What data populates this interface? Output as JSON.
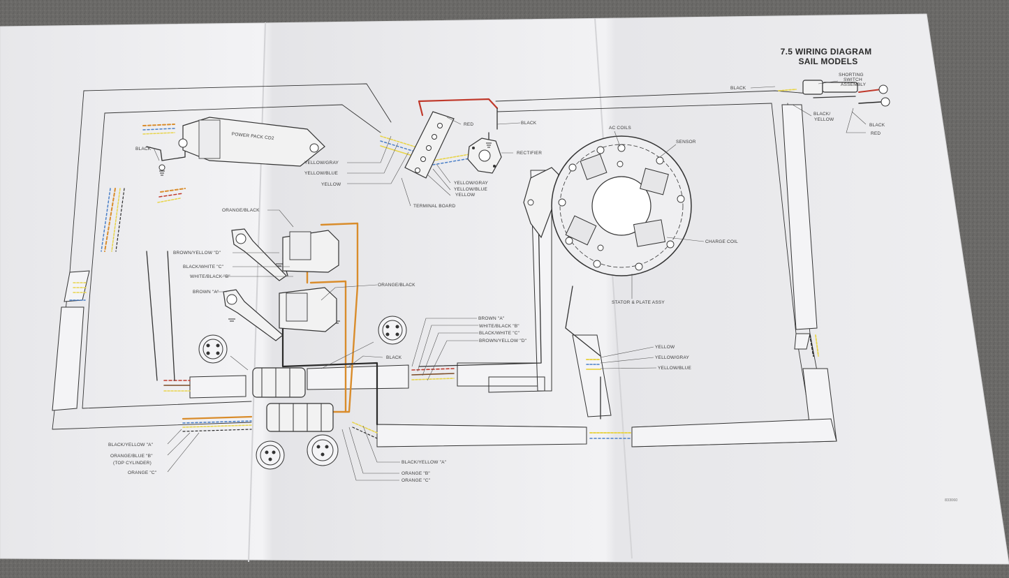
{
  "title": {
    "line1": "7.5 WIRING DIAGRAM",
    "line2": "SAIL MODELS"
  },
  "components": {
    "power_pack": "POWER PACK CD2",
    "terminal_board": "TERMINAL BOARD",
    "rectifier": "RECTIFIER",
    "ac_coils": "AC COILS",
    "sensor": "SENSOR",
    "charge_coil": "CHARGE COIL",
    "stator": "STATOR & PLATE ASSY",
    "shorting_switch": [
      "SHORTING",
      "SWITCH",
      "ASSEMBLY"
    ]
  },
  "labels": {
    "black": "BLACK",
    "red": "RED",
    "yellow_gray": "YELLOW/GRAY",
    "yellow_blue": "YELLOW/BLUE",
    "yellow": "YELLOW",
    "black_yellow": [
      "BLACK/",
      "YELLOW"
    ],
    "orange_black": "ORANGE/BLACK",
    "brown_yellow_d": "BROWN/YELLOW \"D\"",
    "black_white_c": "BLACK/WHITE \"C\"",
    "white_black_b": "WHITE/BLACK \"B\"",
    "brown_a": "BROWN \"A\"",
    "white_black_b_caps": "WHITE/BLACK \"B\"",
    "black_white_c_caps": "BLACK/WHITE \"C\"",
    "black_yellow_a": "BLACK/YELLOW \"A\"",
    "orange_blue_b": "ORANGE/BLUE \"B\"",
    "top_cylinder": "(TOP CYLINDER)",
    "orange_c": "ORANGE \"C\"",
    "orange_b": "ORANGE \"B\"",
    "orange_c_alt": "ORANGE \"C\""
  },
  "figure_code": "833060",
  "colors": {
    "black": "#2a2a2a",
    "red": "#c0392b",
    "orange": "#d98c2b",
    "yellow": "#e8d44a",
    "blue": "#4a7fc7",
    "brown": "#7a4a25",
    "paper": "#f1f1f3"
  }
}
